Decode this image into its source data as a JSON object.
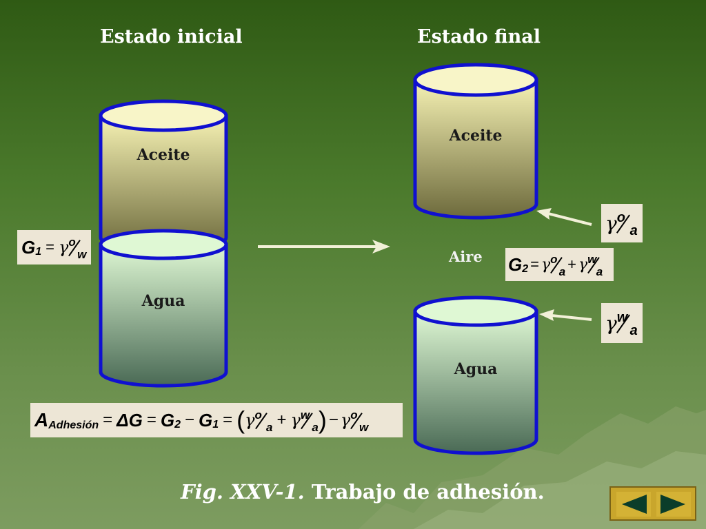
{
  "headings": {
    "initial": "Estado inicial",
    "final": "Estado final"
  },
  "cylinders": {
    "left_top": "Aceite",
    "left_bottom": "Agua",
    "right_top": "Aceite",
    "right_bottom": "Agua"
  },
  "aire_label": "Aire",
  "equations": {
    "g1": {
      "lhs": "G",
      "sub": "1",
      "eq": "=",
      "gamma": "γ",
      "num": "o",
      "den": "w"
    },
    "g2": {
      "lhs": "G",
      "sub": "2",
      "eq": "=",
      "gamma": "γ",
      "t1_num": "o",
      "t1_den": "a",
      "plus": "+",
      "t2_num": "w",
      "t2_den": "a"
    },
    "gamma_oa": {
      "gamma": "γ",
      "num": "o",
      "den": "a"
    },
    "gamma_wa": {
      "gamma": "γ",
      "num": "w",
      "den": "a"
    },
    "adhesion": {
      "A": "A",
      "A_sub": "Adhesión",
      "eq1": "=",
      "delta": "ΔG",
      "eq2": "=",
      "G2": "G",
      "G2_sub": "2",
      "minus1": "−",
      "G1": "G",
      "G1_sub": "1",
      "eq3": "=",
      "lparen": "(",
      "t1_num": "o",
      "t1_den": "a",
      "plus": "+",
      "t2_num": "w",
      "t2_den": "a",
      "rparen": ")",
      "minus2": "−",
      "t3_num": "o",
      "t3_den": "w",
      "gamma": "γ"
    }
  },
  "caption": {
    "fig": "Fig. XXV-1.",
    "text": "Trabajo de adhesión."
  },
  "colors": {
    "cylinder_outline": "#1010d0",
    "oil_top": "#f6f2b4",
    "oil_bottom": "#6d6a3c",
    "water_top": "#dff8d4",
    "water_bottom": "#4a6a55",
    "nav_bg": "#c9a62c"
  },
  "icons": {
    "nav_prev": "triangle-left-icon",
    "nav_next": "triangle-right-icon"
  }
}
